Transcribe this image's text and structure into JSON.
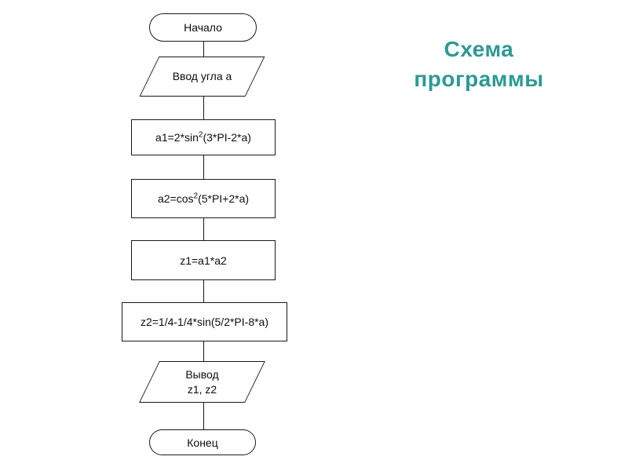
{
  "title": {
    "line1": "Схема",
    "line2": "программы",
    "color": "#2b9a94"
  },
  "flowchart": {
    "start": {
      "label": "Начало"
    },
    "input": {
      "label": "Ввод угла a"
    },
    "process1": {
      "pre": "a1=2*sin",
      "sup": "2",
      "post": "(3*PI-2*a)"
    },
    "process2": {
      "pre": "a2=cos",
      "sup": "2",
      "post": "(5*PI+2*a)"
    },
    "process3": {
      "pre": "z1=a1*a2",
      "sup": "",
      "post": ""
    },
    "process4": {
      "pre": "z2=1/4-1/4*sin(5/2*PI-8*a)",
      "sup": "",
      "post": ""
    },
    "output": {
      "line1": "Вывод",
      "line2": "z1, z2"
    },
    "end": {
      "label": "Конец"
    }
  },
  "line_color": "#1a1a1a",
  "background_color": "#ffffff"
}
